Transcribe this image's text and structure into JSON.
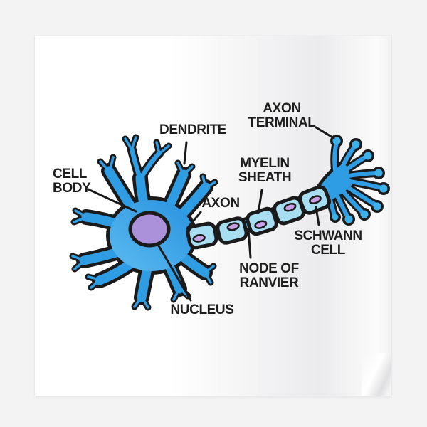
{
  "labels": {
    "cell_body": "CELL\nBODY",
    "dendrite": "DENDRITE",
    "axon": "AXON",
    "axon_terminal": "AXON\nTERMINAL",
    "myelin_sheath": "MYELIN\nSHEATH",
    "schwann_cell": "SCHWANN\nCELL",
    "node_of_ranvier": "NODE OF\nRANVIER",
    "nucleus": "NUCLEUS"
  },
  "colors": {
    "page_bg": "#f3f3f4",
    "paper": "#ffffff",
    "outline": "#1a1a1a",
    "label_text": "#1d1d1d",
    "neuron_blue": "#2f9de4",
    "neuron_blue_light": "#5cbbf0",
    "neuron_blue_dark": "#2892df",
    "axon_blue": "#3db2ea",
    "myelin_blue": "#a8def2",
    "nucleus_purple": "#ab90da",
    "oval_purple": "#c7a0e6"
  }
}
